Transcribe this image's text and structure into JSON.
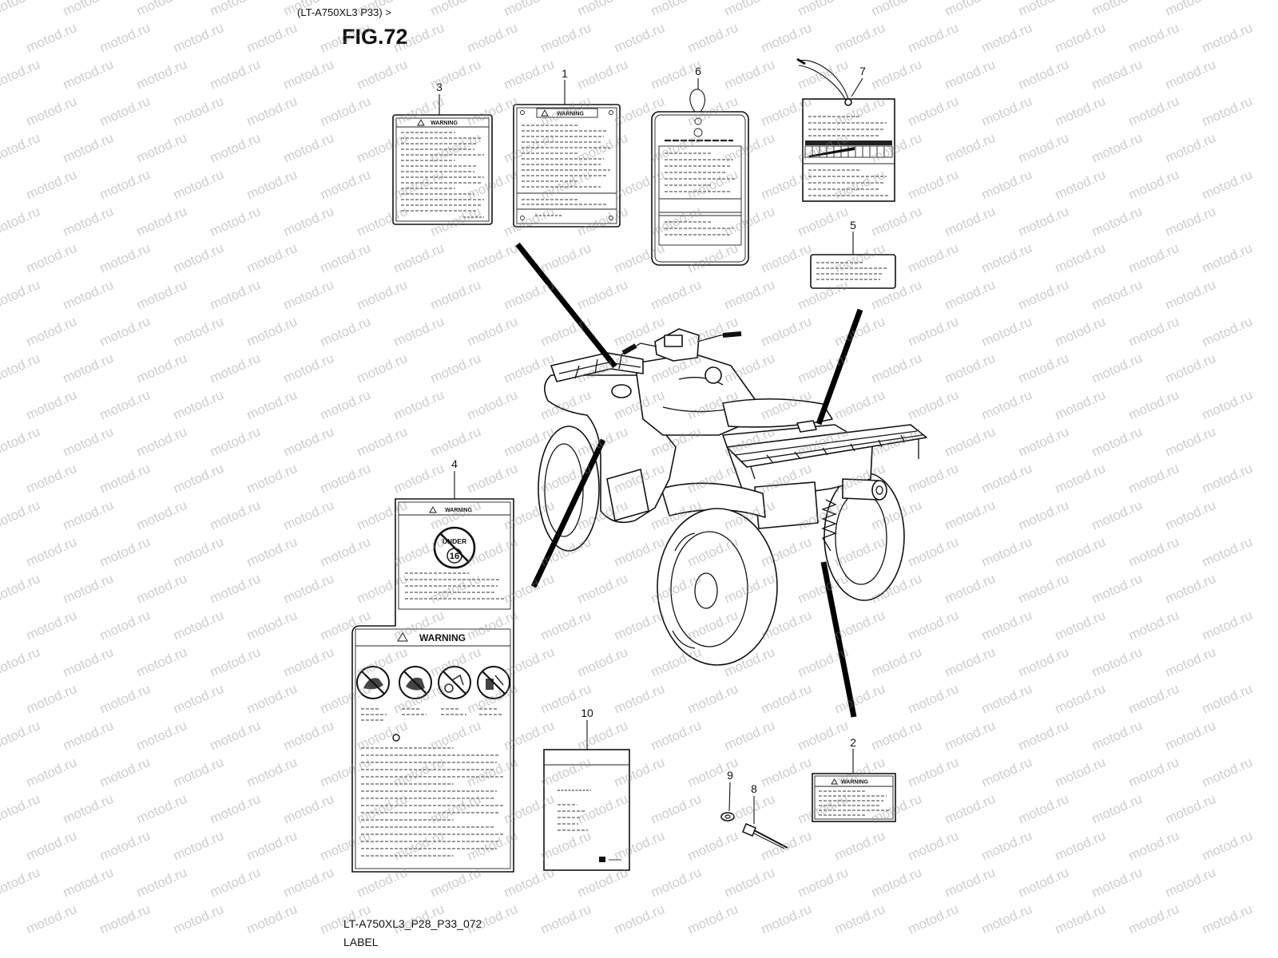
{
  "header": {
    "model_ref": "(LT-A750XL3 P33) >",
    "figure": "FIG.72"
  },
  "callouts": {
    "c1": "1",
    "c2": "2",
    "c3": "3",
    "c4": "4",
    "c5": "5",
    "c6": "6",
    "c7": "7",
    "c8": "8",
    "c9": "9",
    "c10": "10"
  },
  "labels": {
    "label_3": {
      "heading": "WARNING"
    },
    "label_1": {
      "heading": "WARNING"
    },
    "label_4_top": {
      "heading": "WARNING",
      "badge_line1": "UNDER",
      "badge_line2": "16"
    },
    "label_4_bottom": {
      "heading": "WARNING"
    },
    "label_2": {
      "heading": "WARNING"
    }
  },
  "footer": {
    "code": "LT-A750XL3_P28_P33_072",
    "title": "LABEL"
  },
  "icons": {
    "warning": "warning-triangle-icon",
    "prohibition": "prohibition-icon",
    "age_limit": "age-limit-icon"
  },
  "watermark": "motod.ru"
}
